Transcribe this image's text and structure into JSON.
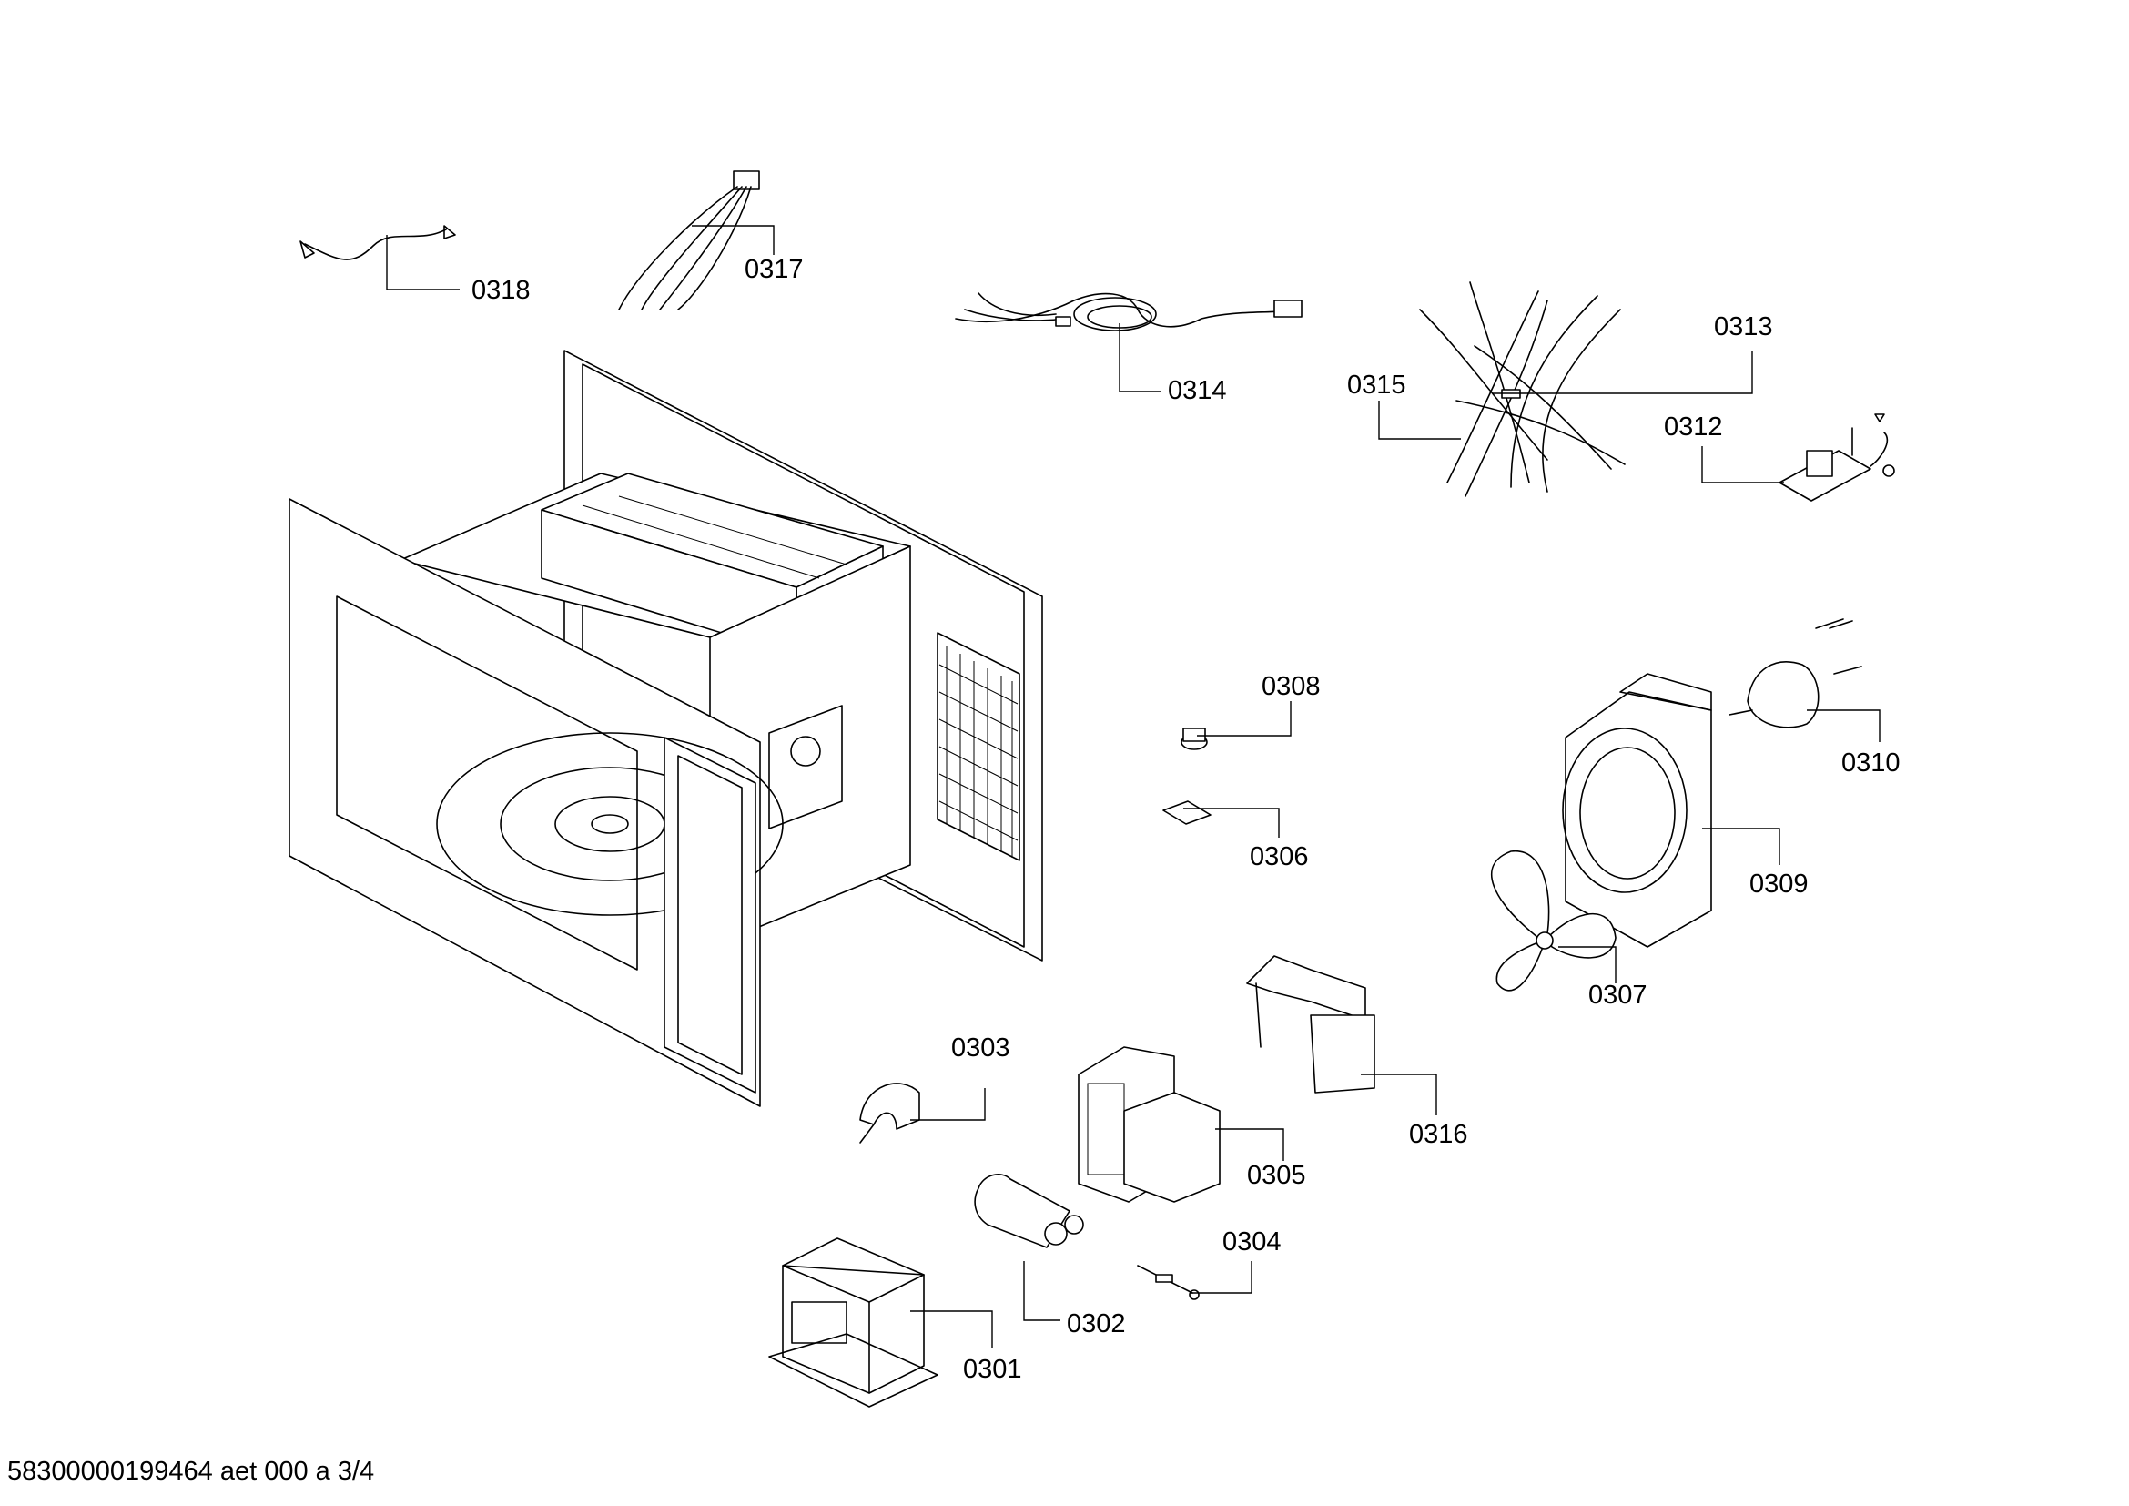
{
  "parts": [
    {
      "id": "0301"
    },
    {
      "id": "0302"
    },
    {
      "id": "0303"
    },
    {
      "id": "0304"
    },
    {
      "id": "0305"
    },
    {
      "id": "0306"
    },
    {
      "id": "0307"
    },
    {
      "id": "0308"
    },
    {
      "id": "0309"
    },
    {
      "id": "0310"
    },
    {
      "id": "0312"
    },
    {
      "id": "0313"
    },
    {
      "id": "0314"
    },
    {
      "id": "0315"
    },
    {
      "id": "0316"
    },
    {
      "id": "0317"
    },
    {
      "id": "0318"
    }
  ],
  "footer": {
    "text": "58300000199464 aet 000 a 3/4"
  }
}
